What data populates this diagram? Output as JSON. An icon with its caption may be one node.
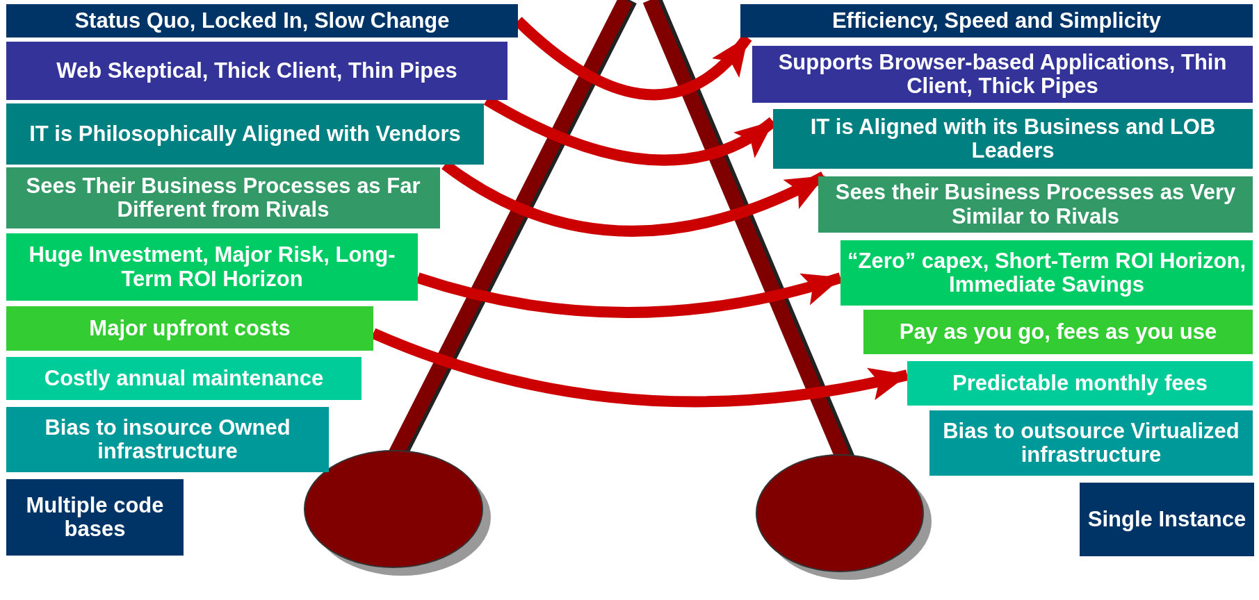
{
  "diagram": {
    "nodes": [
      {
        "text": [
          "Status Quo, Locked In, Slow Change"
        ]
      },
      {
        "text": [
          "Efficiency, Speed and Simplicity"
        ]
      },
      {
        "text": [
          "Web Skeptical, Thick Client, Thin Pipes"
        ]
      },
      {
        "text": [
          "Supports Browser-based Applications, Thin Client, Thick Pipes"
        ]
      },
      {
        "text": [
          "IT is Philosophically Aligned with Vendors"
        ]
      },
      {
        "text": [
          "IT is Aligned with its Business and LOB Leaders"
        ]
      },
      {
        "text": [
          "Sees Their Business Processes as Far Different from Rivals"
        ]
      },
      {
        "text": [
          "Sees their Business Processes as Very Similar to Rivals"
        ]
      },
      {
        "text": [
          "Huge Investment, Major Risk, Long-Term ROI Horizon"
        ]
      },
      {
        "text": [
          "“Zero” capex, Short-Term ROI Horizon, Immediate Savings"
        ]
      },
      {
        "text": [
          "Major upfront costs"
        ]
      },
      {
        "text": [
          "Pay as you go, fees as you use"
        ]
      },
      {
        "text": [
          "Costly annual maintenance"
        ]
      },
      {
        "text": [
          "Predictable monthly fees"
        ]
      },
      {
        "text": [
          "Bias to insource Owned infrastructure"
        ]
      },
      {
        "text": [
          "Bias to outsource Virtualized infrastructure"
        ]
      },
      {
        "text": [
          "Multiple code bases"
        ]
      },
      {
        "text": [
          "Single Instance"
        ]
      }
    ],
    "edges": [
      {
        "from": 0,
        "to": 1,
        "arrow": "to"
      },
      {
        "from": 2,
        "to": 5,
        "arrow": "to"
      },
      {
        "from": 4,
        "to": 7,
        "arrow": "to"
      },
      {
        "from": 8,
        "to": 9,
        "arrow": "to"
      },
      {
        "from": 10,
        "to": 13,
        "arrow": "to"
      }
    ]
  }
}
